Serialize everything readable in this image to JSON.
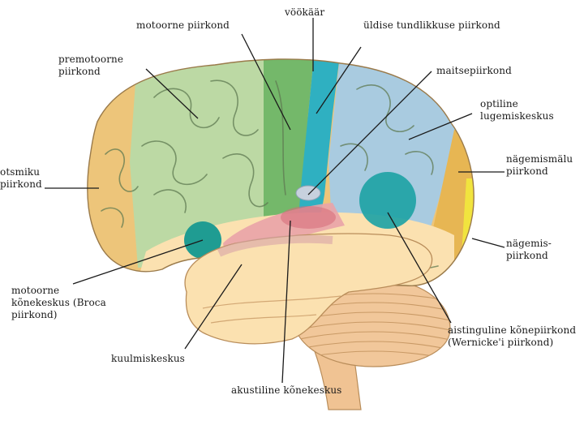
{
  "labels": {
    "motor_area": "motoorne piirkond",
    "central_sulcus": "vöökäär",
    "general_sensory_area": "üldise tundlikkuse piirkond",
    "premotor_area": "premotoorne\npiirkond",
    "taste_area": "maitsepiirkond",
    "optical_reading_center": "optiline\nlugemiskeskus",
    "frontal_area": "otsmiku\npiirkond",
    "visual_memory_area": "nägemismälu\npiirkond",
    "visual_area": "nägemis-\npiirkond",
    "broca_area": "motoorne\nkõnekeskus (Broca\npiirkond)",
    "hearing_center": "kuulmiskeskus",
    "wernicke_area": "aistinguline kõnepiirkond\n(Wernicke'i piirkond)",
    "acoustic_speech_center": "akustiline kõnekeskus"
  },
  "colors": {
    "frontal": "#edc57a",
    "premotor": "#bcd9a4",
    "motor": "#74b86a",
    "sensory": "#2fb0c1",
    "parietal": "#a9cbe0",
    "occipital": "#e7b653",
    "visual": "#f1e43e",
    "temporal": "#fbe1b0",
    "auditory": "#e9a3a8",
    "broca": "#1f9c92",
    "wernicke": "#1fa3a5",
    "cerebellum": "#f1c79a",
    "brainstem": "#f0c393"
  }
}
